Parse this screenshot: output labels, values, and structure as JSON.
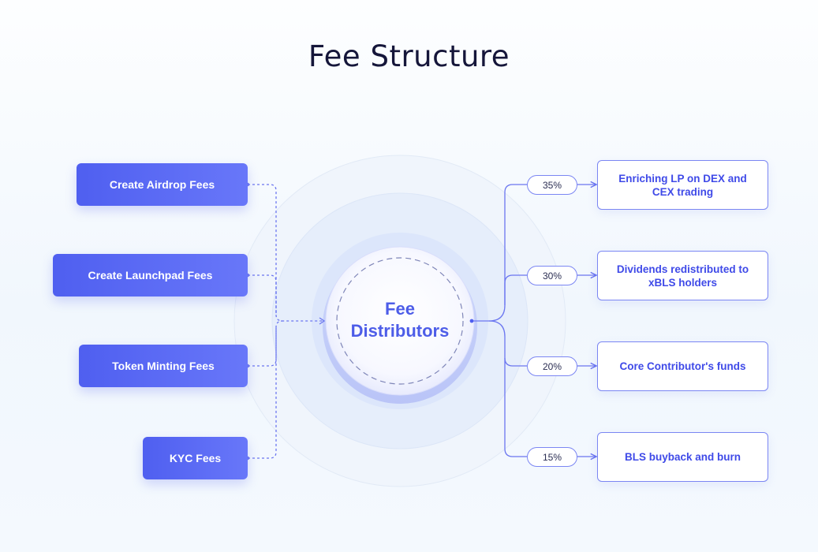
{
  "title": "Fee Structure",
  "center": {
    "line1": "Fee",
    "line2": "Distributors"
  },
  "sources": [
    {
      "label": "Create Airdrop Fees"
    },
    {
      "label": "Create Launchpad Fees"
    },
    {
      "label": "Token Minting Fees"
    },
    {
      "label": "KYC Fees"
    }
  ],
  "destinations": [
    {
      "percent": "35%",
      "label": "Enriching LP on DEX and CEX trading"
    },
    {
      "percent": "30%",
      "label": "Dividends redistributed to xBLS holders"
    },
    {
      "percent": "20%",
      "label": "Core Contributor's funds"
    },
    {
      "percent": "15%",
      "label": "BLS buyback and burn"
    }
  ],
  "colors": {
    "accent": "#4f5ff0",
    "accent_light": "#7b86f3",
    "title": "#15163a"
  }
}
